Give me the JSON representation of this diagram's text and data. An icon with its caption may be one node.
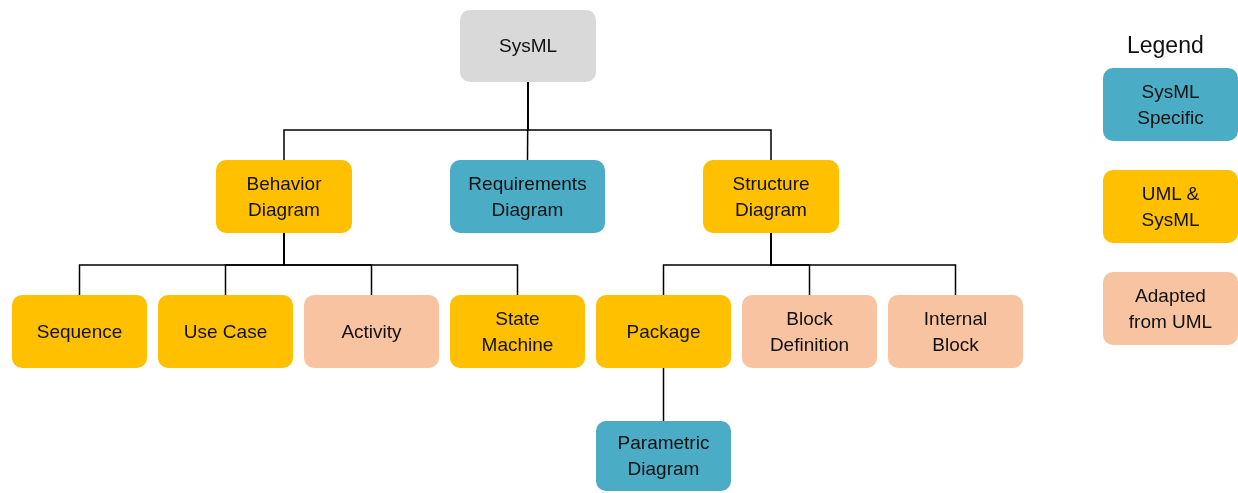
{
  "diagram": {
    "nodes": [
      {
        "text": [
          "SysML"
        ]
      },
      {
        "text": [
          "Behavior Diagram"
        ]
      },
      {
        "text": [
          "Requirements Diagram"
        ]
      },
      {
        "text": [
          "Structure Diagram"
        ]
      },
      {
        "text": [
          "Sequence"
        ]
      },
      {
        "text": [
          "Use Case"
        ]
      },
      {
        "text": [
          "Activity"
        ]
      },
      {
        "text": [
          "State Machine"
        ]
      },
      {
        "text": [
          "Package"
        ]
      },
      {
        "text": [
          "Block Definition"
        ]
      },
      {
        "text": [
          "Internal Block"
        ]
      },
      {
        "text": [
          "Parametric Diagram"
        ]
      }
    ],
    "edges": [
      {
        "from": 0,
        "to": 1,
        "arrow": "none"
      },
      {
        "from": 0,
        "to": 2,
        "arrow": "none"
      },
      {
        "from": 0,
        "to": 3,
        "arrow": "none"
      },
      {
        "from": 1,
        "to": 4,
        "arrow": "none"
      },
      {
        "from": 1,
        "to": 5,
        "arrow": "none"
      },
      {
        "from": 1,
        "to": 6,
        "arrow": "none"
      },
      {
        "from": 1,
        "to": 7,
        "arrow": "none"
      },
      {
        "from": 3,
        "to": 8,
        "arrow": "none"
      },
      {
        "from": 3,
        "to": 9,
        "arrow": "none"
      },
      {
        "from": 3,
        "to": 10,
        "arrow": "none"
      },
      {
        "from": 8,
        "to": 11,
        "arrow": "none"
      }
    ],
    "labels": [
      "Legend"
    ],
    "legend": [
      {
        "text": "SysML Specific",
        "color": "#4bacc6"
      },
      {
        "text": "UML & SysML",
        "color": "#ffc000"
      },
      {
        "text": "Adapted from UML",
        "color": "#f8c3a0"
      }
    ]
  }
}
